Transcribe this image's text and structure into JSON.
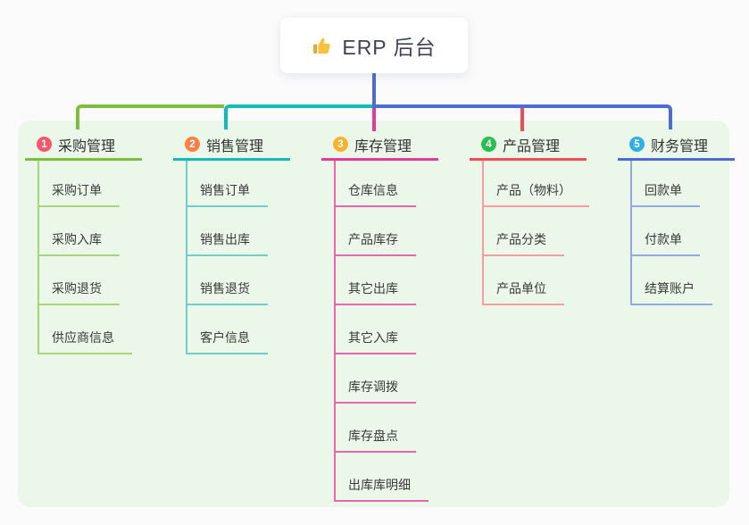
{
  "page": {
    "background": "#fbfbfc",
    "panel_background": "#ebf7e8"
  },
  "root": {
    "label": "ERP 后台",
    "icon": "thumbs-up",
    "icon_color": "#f9c23c",
    "line_color": "#4d6bd8"
  },
  "branches": [
    {
      "badge": "1",
      "badge_color": "#f4576c",
      "label": "采购管理",
      "line_color": "#7dbf3c",
      "light_color": "#a9d47c",
      "children": [
        "采购订单",
        "采购入库",
        "采购退货",
        "供应商信息"
      ]
    },
    {
      "badge": "2",
      "badge_color": "#fb8046",
      "label": "销售管理",
      "line_color": "#12bcb4",
      "light_color": "#6fcfc8",
      "children": [
        "销售订单",
        "销售出库",
        "销售退货",
        "客户信息"
      ]
    },
    {
      "badge": "3",
      "badge_color": "#fcb02d",
      "label": "库存管理",
      "line_color": "#e23a97",
      "light_color": "#ec64b0",
      "children": [
        "仓库信息",
        "产品库存",
        "其它出库",
        "其它入库",
        "库存调拨",
        "库存盘点",
        "出库库明细"
      ]
    },
    {
      "badge": "4",
      "badge_color": "#2abd4f",
      "label": "产品管理",
      "line_color": "#ef4d55",
      "light_color": "#f79da1",
      "children": [
        "产品（物料）",
        "产品分类",
        "产品单位"
      ]
    },
    {
      "badge": "5",
      "badge_color": "#30aee6",
      "label": "财务管理",
      "line_color": "#4d6bd8",
      "light_color": "#94a9e2",
      "children": [
        "回款单",
        "付款单",
        "结算账户"
      ]
    }
  ]
}
